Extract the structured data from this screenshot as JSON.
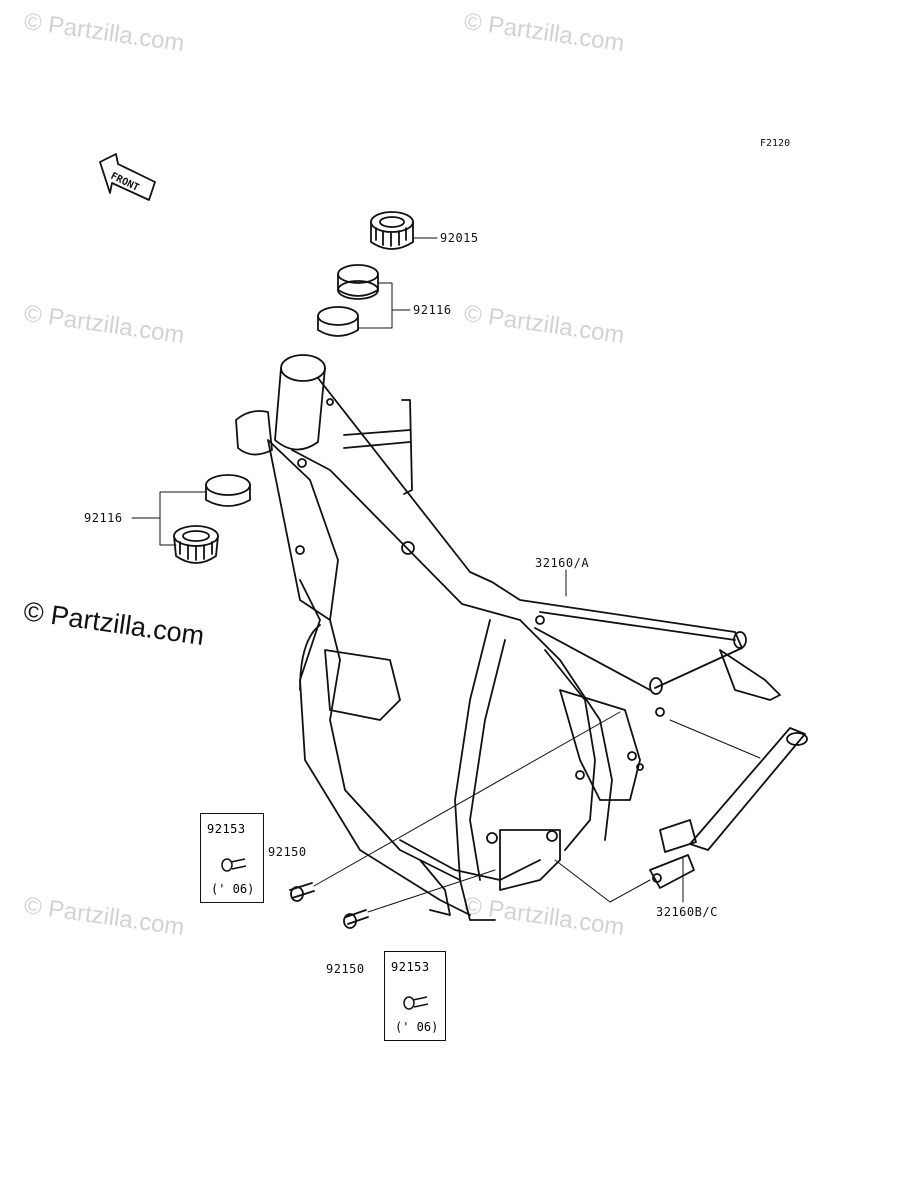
{
  "diagram": {
    "figure_code": "F2120",
    "front_label": "FRONT",
    "watermarks": [
      "© Partzilla.com",
      "© Partzilla.com",
      "© Partzilla.com",
      "© Partzilla.com",
      "© Partzilla.com",
      "© Partzilla.com",
      "© Partzilla.com"
    ],
    "callouts": {
      "nut_top": "92015",
      "race_upper": "92116",
      "race_lower": "92116",
      "frame": "32160/A",
      "bracket": "32160B/C",
      "bolt_left": "92150",
      "bolt_center": "92150"
    },
    "boxes": [
      {
        "part": "92153",
        "year": "(' 06)"
      },
      {
        "part": "92153",
        "year": "(' 06)"
      }
    ]
  }
}
